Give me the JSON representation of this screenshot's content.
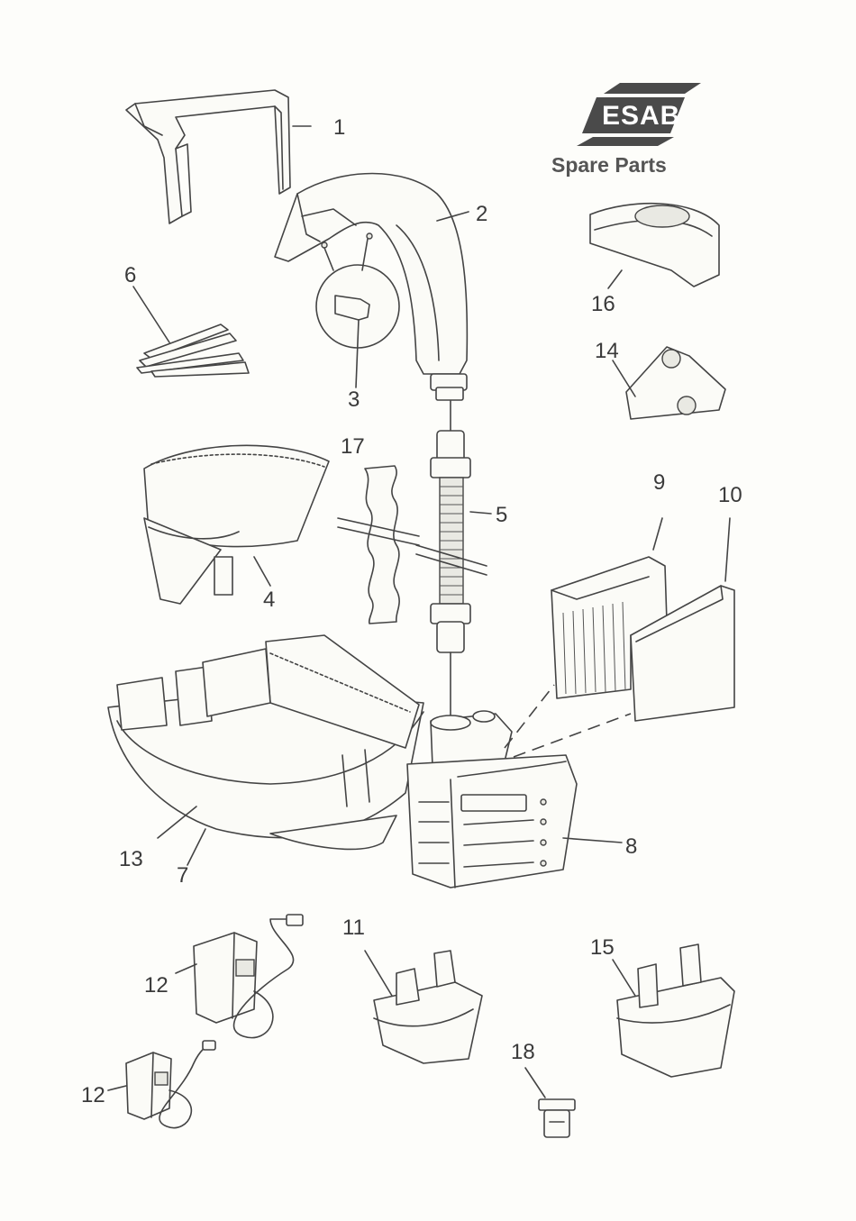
{
  "brand": {
    "logo_text": "ESAB",
    "tagline": "Spare Parts",
    "logo_color": "#4a4a4a"
  },
  "callouts": [
    {
      "id": "callout-1",
      "text": "1"
    },
    {
      "id": "callout-2",
      "text": "2"
    },
    {
      "id": "callout-3",
      "text": "3"
    },
    {
      "id": "callout-4",
      "text": "4"
    },
    {
      "id": "callout-5",
      "text": "5"
    },
    {
      "id": "callout-6",
      "text": "6"
    },
    {
      "id": "callout-7",
      "text": "7"
    },
    {
      "id": "callout-8",
      "text": "8"
    },
    {
      "id": "callout-9",
      "text": "9"
    },
    {
      "id": "callout-10",
      "text": "10"
    },
    {
      "id": "callout-11",
      "text": "11"
    },
    {
      "id": "callout-12a",
      "text": "12"
    },
    {
      "id": "callout-12b",
      "text": "12"
    },
    {
      "id": "callout-13",
      "text": "13"
    },
    {
      "id": "callout-14",
      "text": "14"
    },
    {
      "id": "callout-15",
      "text": "15"
    },
    {
      "id": "callout-16",
      "text": "16"
    },
    {
      "id": "callout-17",
      "text": "17"
    },
    {
      "id": "callout-18",
      "text": "18"
    }
  ]
}
